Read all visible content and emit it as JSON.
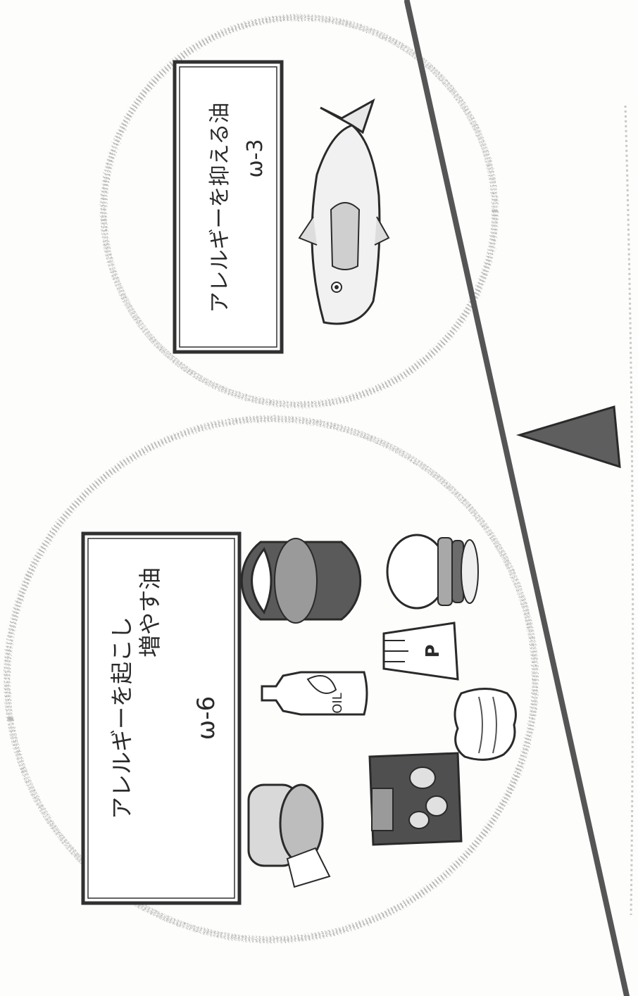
{
  "omega3_group": {
    "heading": "アレルギーを抑える油",
    "label": "ω-3",
    "foods": [
      {
        "name": "fish",
        "icon": "fish-icon"
      }
    ]
  },
  "omega6_group": {
    "heading_line1": "アレルギーを起こし",
    "heading_line2": "増やす油",
    "label": "ω-6",
    "foods": [
      {
        "name": "noodle-bowl",
        "icon": "noodle-bowl-icon"
      },
      {
        "name": "hamburger",
        "icon": "hamburger-icon"
      },
      {
        "name": "oil-bottle",
        "icon": "oil-bottle-icon",
        "text": "OIL"
      },
      {
        "name": "french-fries",
        "icon": "french-fries-icon",
        "text": "P"
      },
      {
        "name": "bread",
        "icon": "bread-icon"
      },
      {
        "name": "potato-chips",
        "icon": "potato-chips-icon"
      },
      {
        "name": "cream-puff",
        "icon": "cream-puff-icon"
      }
    ]
  },
  "colors": {
    "ink": "#2a2a2a",
    "beam": "#555555",
    "fulcrum": "#5e5e5e",
    "halo": "#b5b5b5"
  }
}
